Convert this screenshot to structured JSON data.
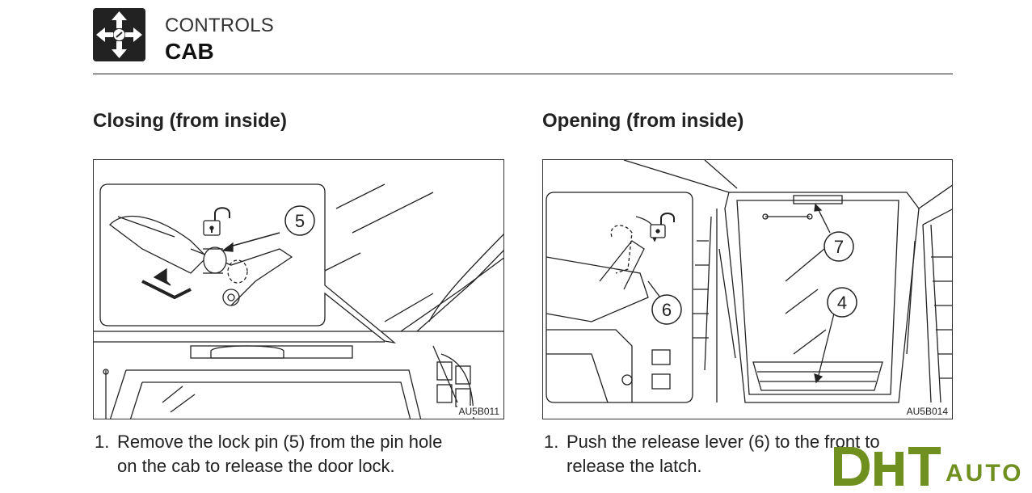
{
  "header": {
    "section": "CONTROLS",
    "title": "CAB"
  },
  "left": {
    "heading": "Closing (from inside)",
    "figure_code": "AU5B011",
    "callouts": [
      "5"
    ],
    "step_number": "1.",
    "step_line1": "Remove the lock pin (5) from the pin hole",
    "step_line2": "on the cab to release the door lock."
  },
  "right": {
    "heading": "Opening (from inside)",
    "figure_code": "AU5B014",
    "callouts": [
      "7",
      "4",
      "6"
    ],
    "step_number": "1.",
    "step_line1": "Push the release lever (6) to the front to",
    "step_line2": "release the latch."
  },
  "watermark": {
    "text": "AUTO"
  },
  "colors": {
    "watermark_green": "#6f8f1e",
    "ink": "#222222"
  }
}
